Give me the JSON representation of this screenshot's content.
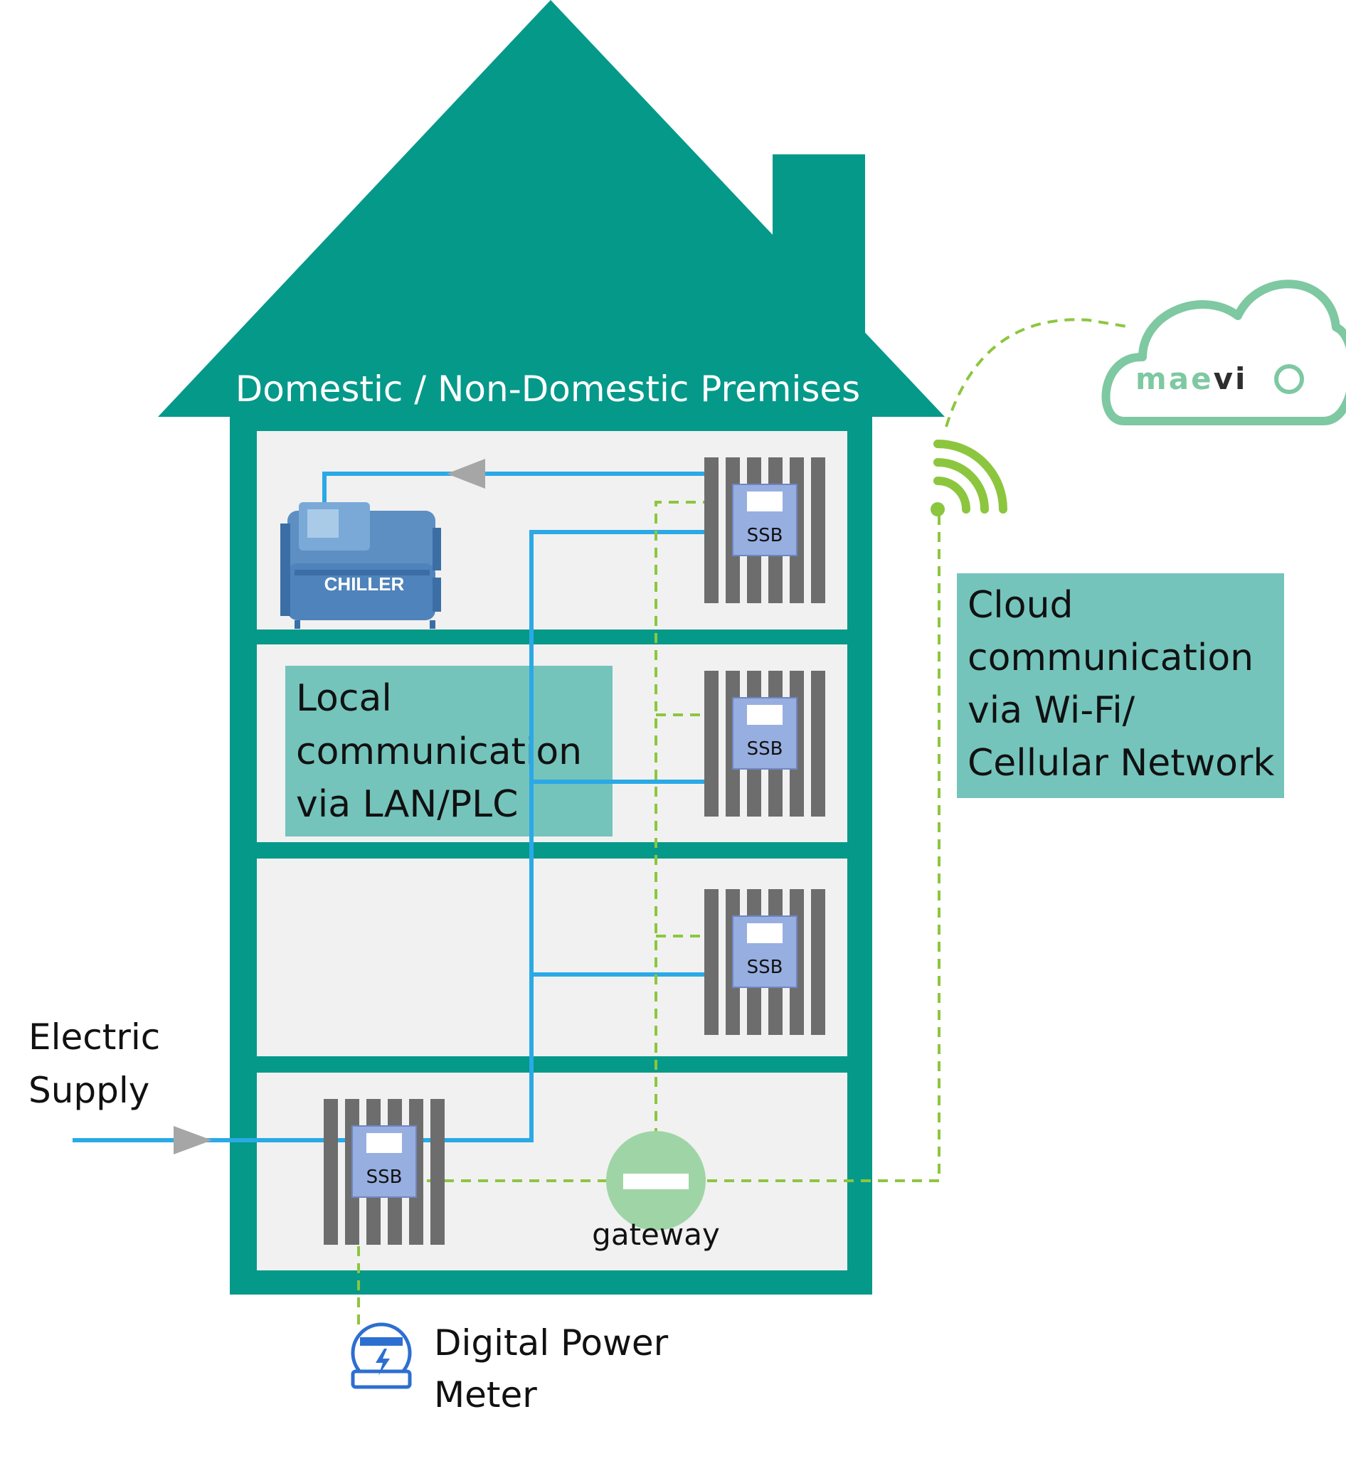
{
  "title": "Domestic / Non-Domestic Premises",
  "local_box": {
    "lines": [
      "Local",
      "communication",
      "via LAN/PLC"
    ]
  },
  "cloud_box": {
    "lines": [
      "Cloud",
      "communication",
      "via Wi-Fi/",
      "Cellular Network"
    ]
  },
  "cloud_logo": {
    "prefix": "mae",
    "suffix": "vi"
  },
  "electric_supply": {
    "lines": [
      "Electric",
      "Supply"
    ]
  },
  "meter_label": {
    "lines": [
      "Digital Power",
      "Meter"
    ]
  },
  "gateway_label": "gateway",
  "ssb_label": "SSB",
  "chiller_label": "CHILLER",
  "colors": {
    "house": "#05998a",
    "floor": "#f1f1f1",
    "text_box": "#74c4bc",
    "power_line": "#2aa9e6",
    "comm_line": "#8cc63f",
    "ssb": "#97aee0",
    "breaker": "#6d6d6d",
    "gateway": "#9fd5a6",
    "logo_green": "#7ec8a2"
  }
}
